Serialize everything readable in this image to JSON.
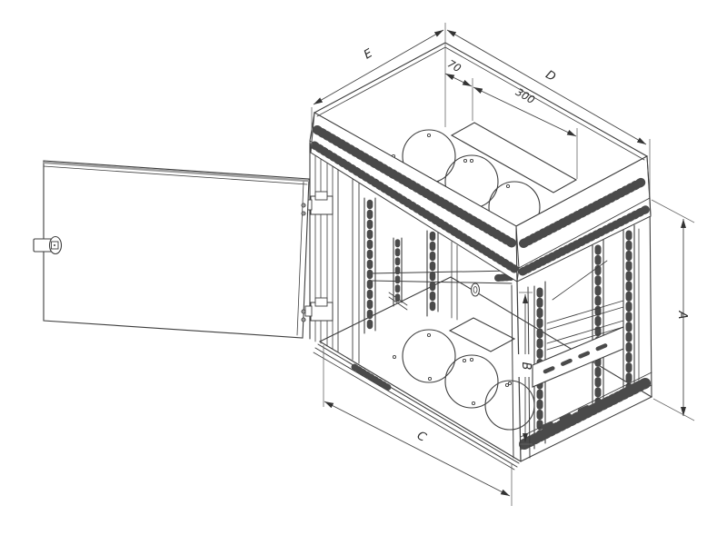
{
  "diagram": {
    "type": "isometric-technical-drawing",
    "subject": "Wall-mounted 19-inch rack cabinet, single-section, with opened front door",
    "background_color": "#ffffff",
    "line_color": "#3d3d3d",
    "dimension_color": "#444444",
    "labels": {
      "width_top": "E",
      "depth_top": "D",
      "roof_cutout_offset": "70",
      "roof_cutout_length": "300",
      "height": "A",
      "front_height": "B",
      "width_bottom": "C"
    }
  }
}
